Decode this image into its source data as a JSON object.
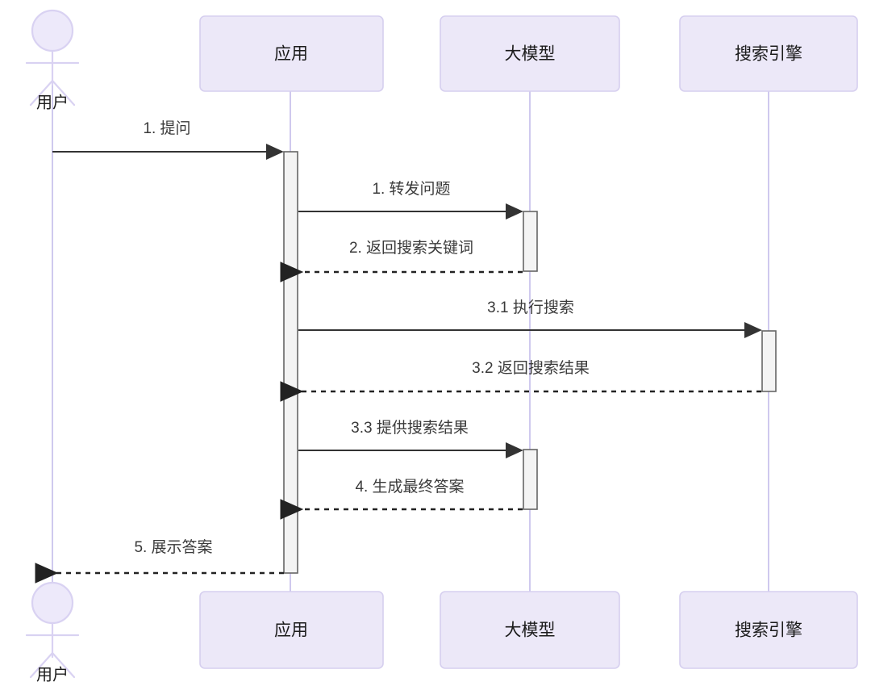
{
  "diagram": {
    "type": "sequence-diagram",
    "background_color": "#ffffff",
    "participant_fill": "#ECE8F8",
    "participant_stroke": "#D6CFEF",
    "lifeline_color": "#CFC9EE",
    "activation_fill": "#F4F4F4",
    "activation_stroke": "#666666",
    "message_color": "#333333",
    "label_color": "#3a3a3a"
  },
  "actor": {
    "name": "用户",
    "top_label": "用户",
    "bottom_label": "用户"
  },
  "participants": [
    {
      "id": "app",
      "label": "应用",
      "bottom_label": "应用"
    },
    {
      "id": "llm",
      "label": "大模型",
      "bottom_label": "大模型"
    },
    {
      "id": "search",
      "label": "搜索引擎",
      "bottom_label": "搜索引擎"
    }
  ],
  "messages": [
    {
      "index": 1,
      "label": "1. 提问",
      "from": "用户",
      "to": "应用",
      "style": "solid",
      "direction": "right"
    },
    {
      "index": 2,
      "label": "1. 转发问题",
      "from": "应用",
      "to": "大模型",
      "style": "solid",
      "direction": "right"
    },
    {
      "index": 3,
      "label": "2. 返回搜索关键词",
      "from": "大模型",
      "to": "应用",
      "style": "dashed",
      "direction": "left"
    },
    {
      "index": 4,
      "label": "3.1 执行搜索",
      "from": "应用",
      "to": "搜索引擎",
      "style": "solid",
      "direction": "right"
    },
    {
      "index": 5,
      "label": "3.2 返回搜索结果",
      "from": "搜索引擎",
      "to": "应用",
      "style": "dashed",
      "direction": "left"
    },
    {
      "index": 6,
      "label": "3.3 提供搜索结果",
      "from": "应用",
      "to": "大模型",
      "style": "solid",
      "direction": "right"
    },
    {
      "index": 7,
      "label": "4. 生成最终答案",
      "from": "大模型",
      "to": "应用",
      "style": "dashed",
      "direction": "left"
    },
    {
      "index": 8,
      "label": "5. 展示答案",
      "from": "应用",
      "to": "用户",
      "style": "dashed",
      "direction": "left"
    }
  ]
}
